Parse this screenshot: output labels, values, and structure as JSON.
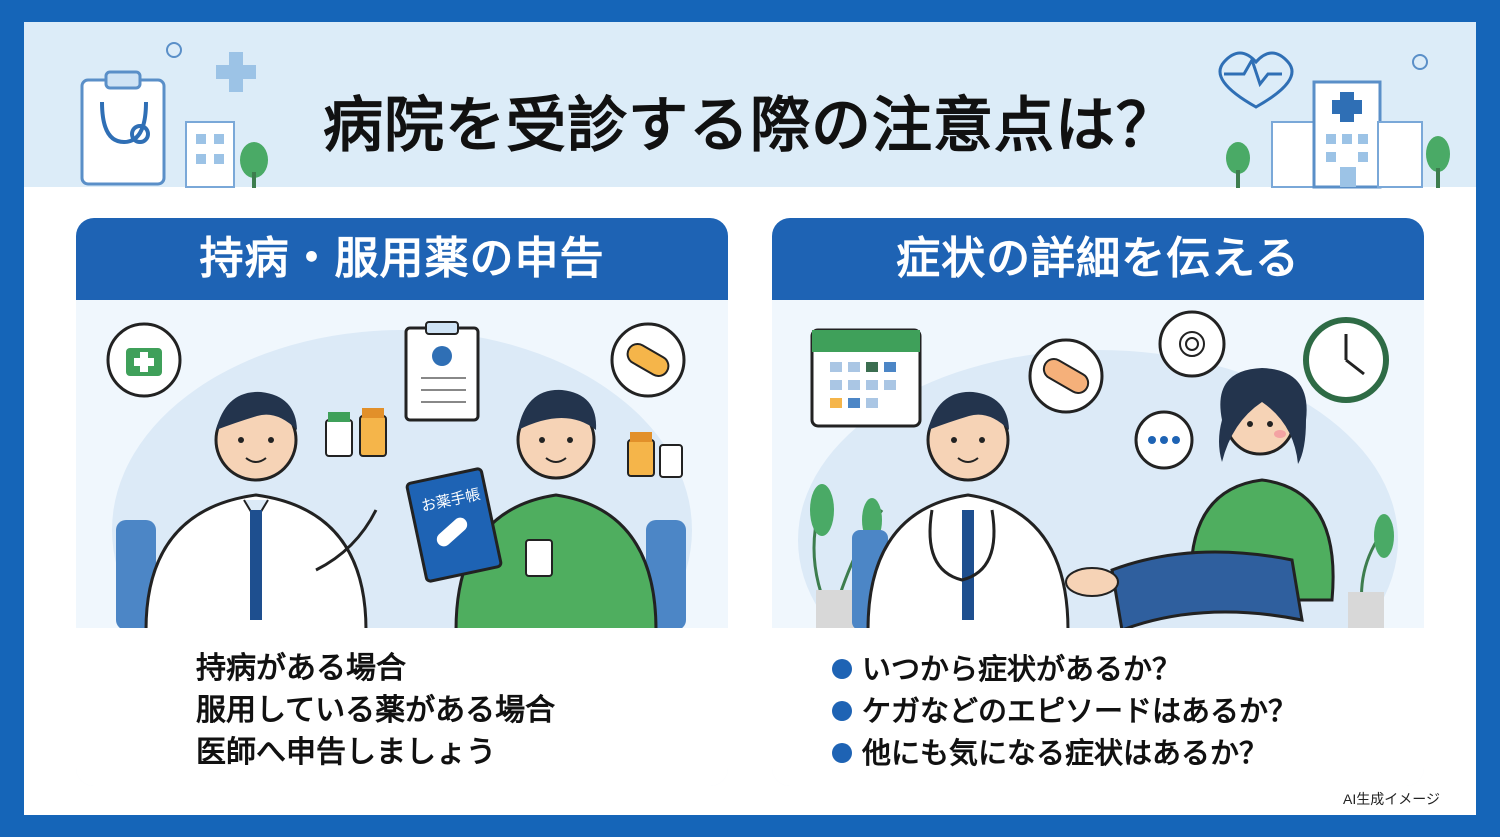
{
  "title": "病院を受診する際の注意点は？",
  "left_panel": {
    "heading": "持病・服用薬の申告",
    "book_label": "お薬手帳",
    "lines": [
      "持病がある場合",
      "服用している薬がある場合",
      "医師へ申告しましょう"
    ]
  },
  "right_panel": {
    "heading": "症状の詳細を伝える",
    "bullets": [
      "いつから症状があるか？",
      "ケガなどのエピソードはあるか？",
      "他にも気になる症状はあるか？"
    ]
  },
  "credit": "AI生成イメージ",
  "colors": {
    "frame": "#1565b8",
    "header": "#1e63b4",
    "header_band": "#dcecf8",
    "green": "#3fa05a"
  }
}
